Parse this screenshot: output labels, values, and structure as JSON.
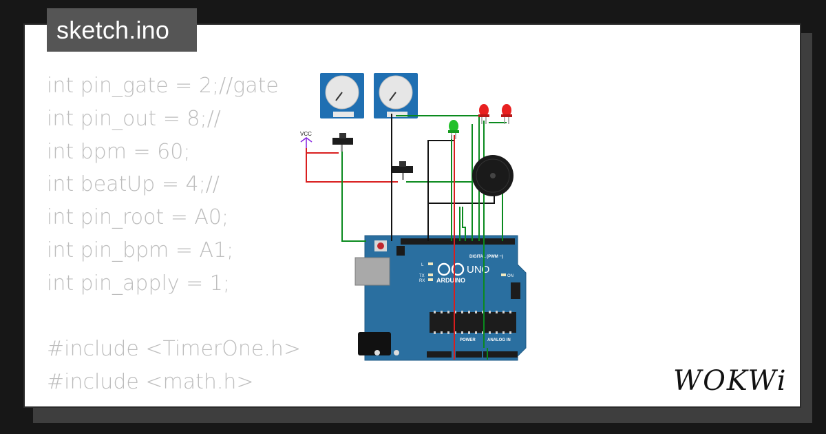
{
  "tab": {
    "title": "sketch.ino"
  },
  "code_lines": [
    "int pin_gate = 2;//gate",
    "int pin_out = 8;//",
    "int bpm = 60;",
    "int beatUp = 4;//",
    "int pin_root = A0;",
    "int pin_bpm = A1;",
    "int pin_apply = 1;",
    "",
    "#include <TimerOne.h>",
    "#include <math.h>"
  ],
  "circuit": {
    "vcc_label": "VCC",
    "board_brand": "ARDUINO",
    "board_model": "UNO",
    "digital_label": "DIGITAL (PWM ~)",
    "power_label": "POWER",
    "analog_label": "ANALOG IN",
    "on_label": "ON",
    "tx_label": "TX",
    "rx_label": "RX",
    "l_label": "L",
    "colors": {
      "board": "#2a6fa0",
      "wire_green": "#0a8a1e",
      "wire_red": "#d91e1e",
      "wire_black": "#111111",
      "led_red": "#e82020",
      "led_green": "#22c02a",
      "vcc": "#8a2be2"
    }
  },
  "logo": {
    "text": "WOKWi"
  }
}
